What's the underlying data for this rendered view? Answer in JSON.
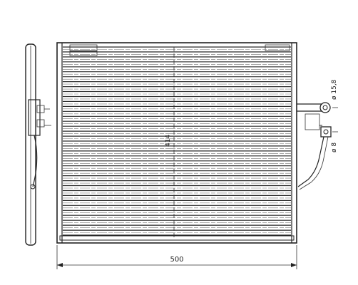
{
  "drawing": {
    "dimensions": {
      "width_label": "500",
      "height_label": "414",
      "pipe_upper_label": "ø 15,8",
      "pipe_lower_label": "ø 8"
    },
    "fin_rows": 38,
    "colors": {
      "ink": "#222222",
      "paper": "#ffffff"
    }
  }
}
